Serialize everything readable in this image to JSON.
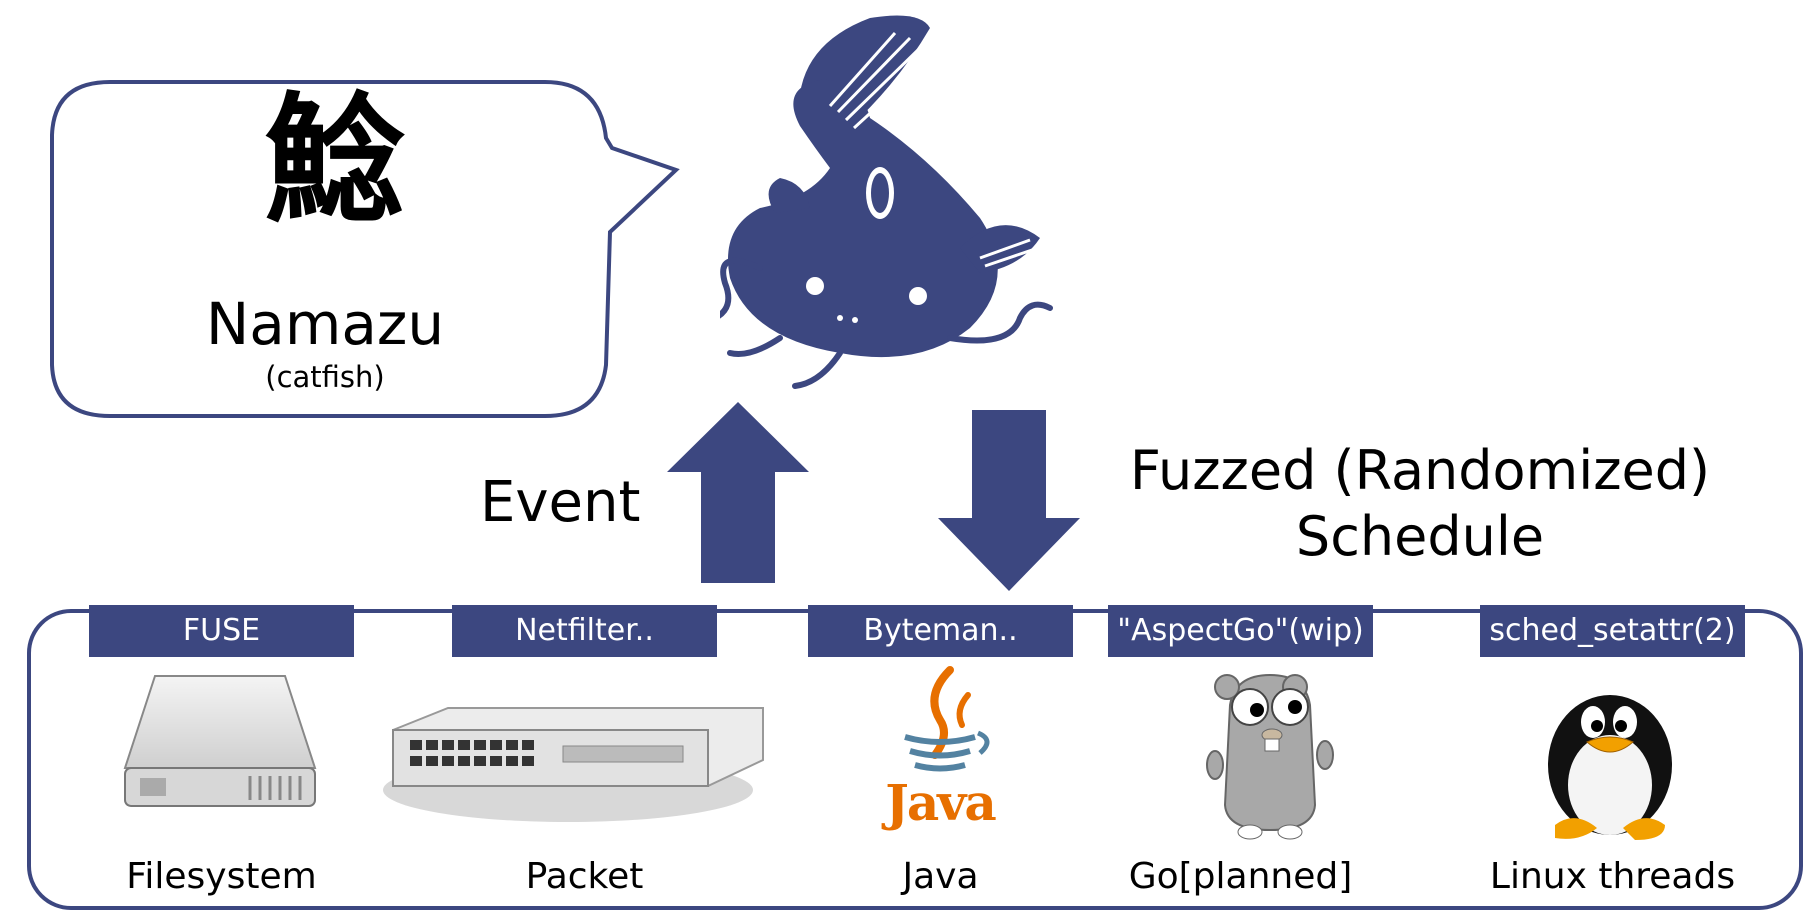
{
  "bubble": {
    "kanji": "鯰",
    "title": "Namazu",
    "subtitle": "(catfish)"
  },
  "arrows": {
    "up_label": "Event",
    "down_label_line1": "Fuzzed (Randomized)",
    "down_label_line2": "Schedule"
  },
  "targets": [
    {
      "tag": "FUSE",
      "name": "Filesystem",
      "icon": "hard-drive-icon"
    },
    {
      "tag": "Netfilter..",
      "name": "Packet",
      "icon": "network-switch-icon"
    },
    {
      "tag": "Byteman..",
      "name": "Java",
      "icon": "java-logo-icon",
      "logo_text": "Java"
    },
    {
      "tag": "\"AspectGo\"(wip)",
      "name": "Go[planned]",
      "icon": "go-gopher-icon"
    },
    {
      "tag": "sched_setattr(2)",
      "name": "Linux threads",
      "icon": "tux-penguin-icon"
    }
  ],
  "colors": {
    "accent": "#3c4780",
    "java_orange": "#e76f00"
  }
}
